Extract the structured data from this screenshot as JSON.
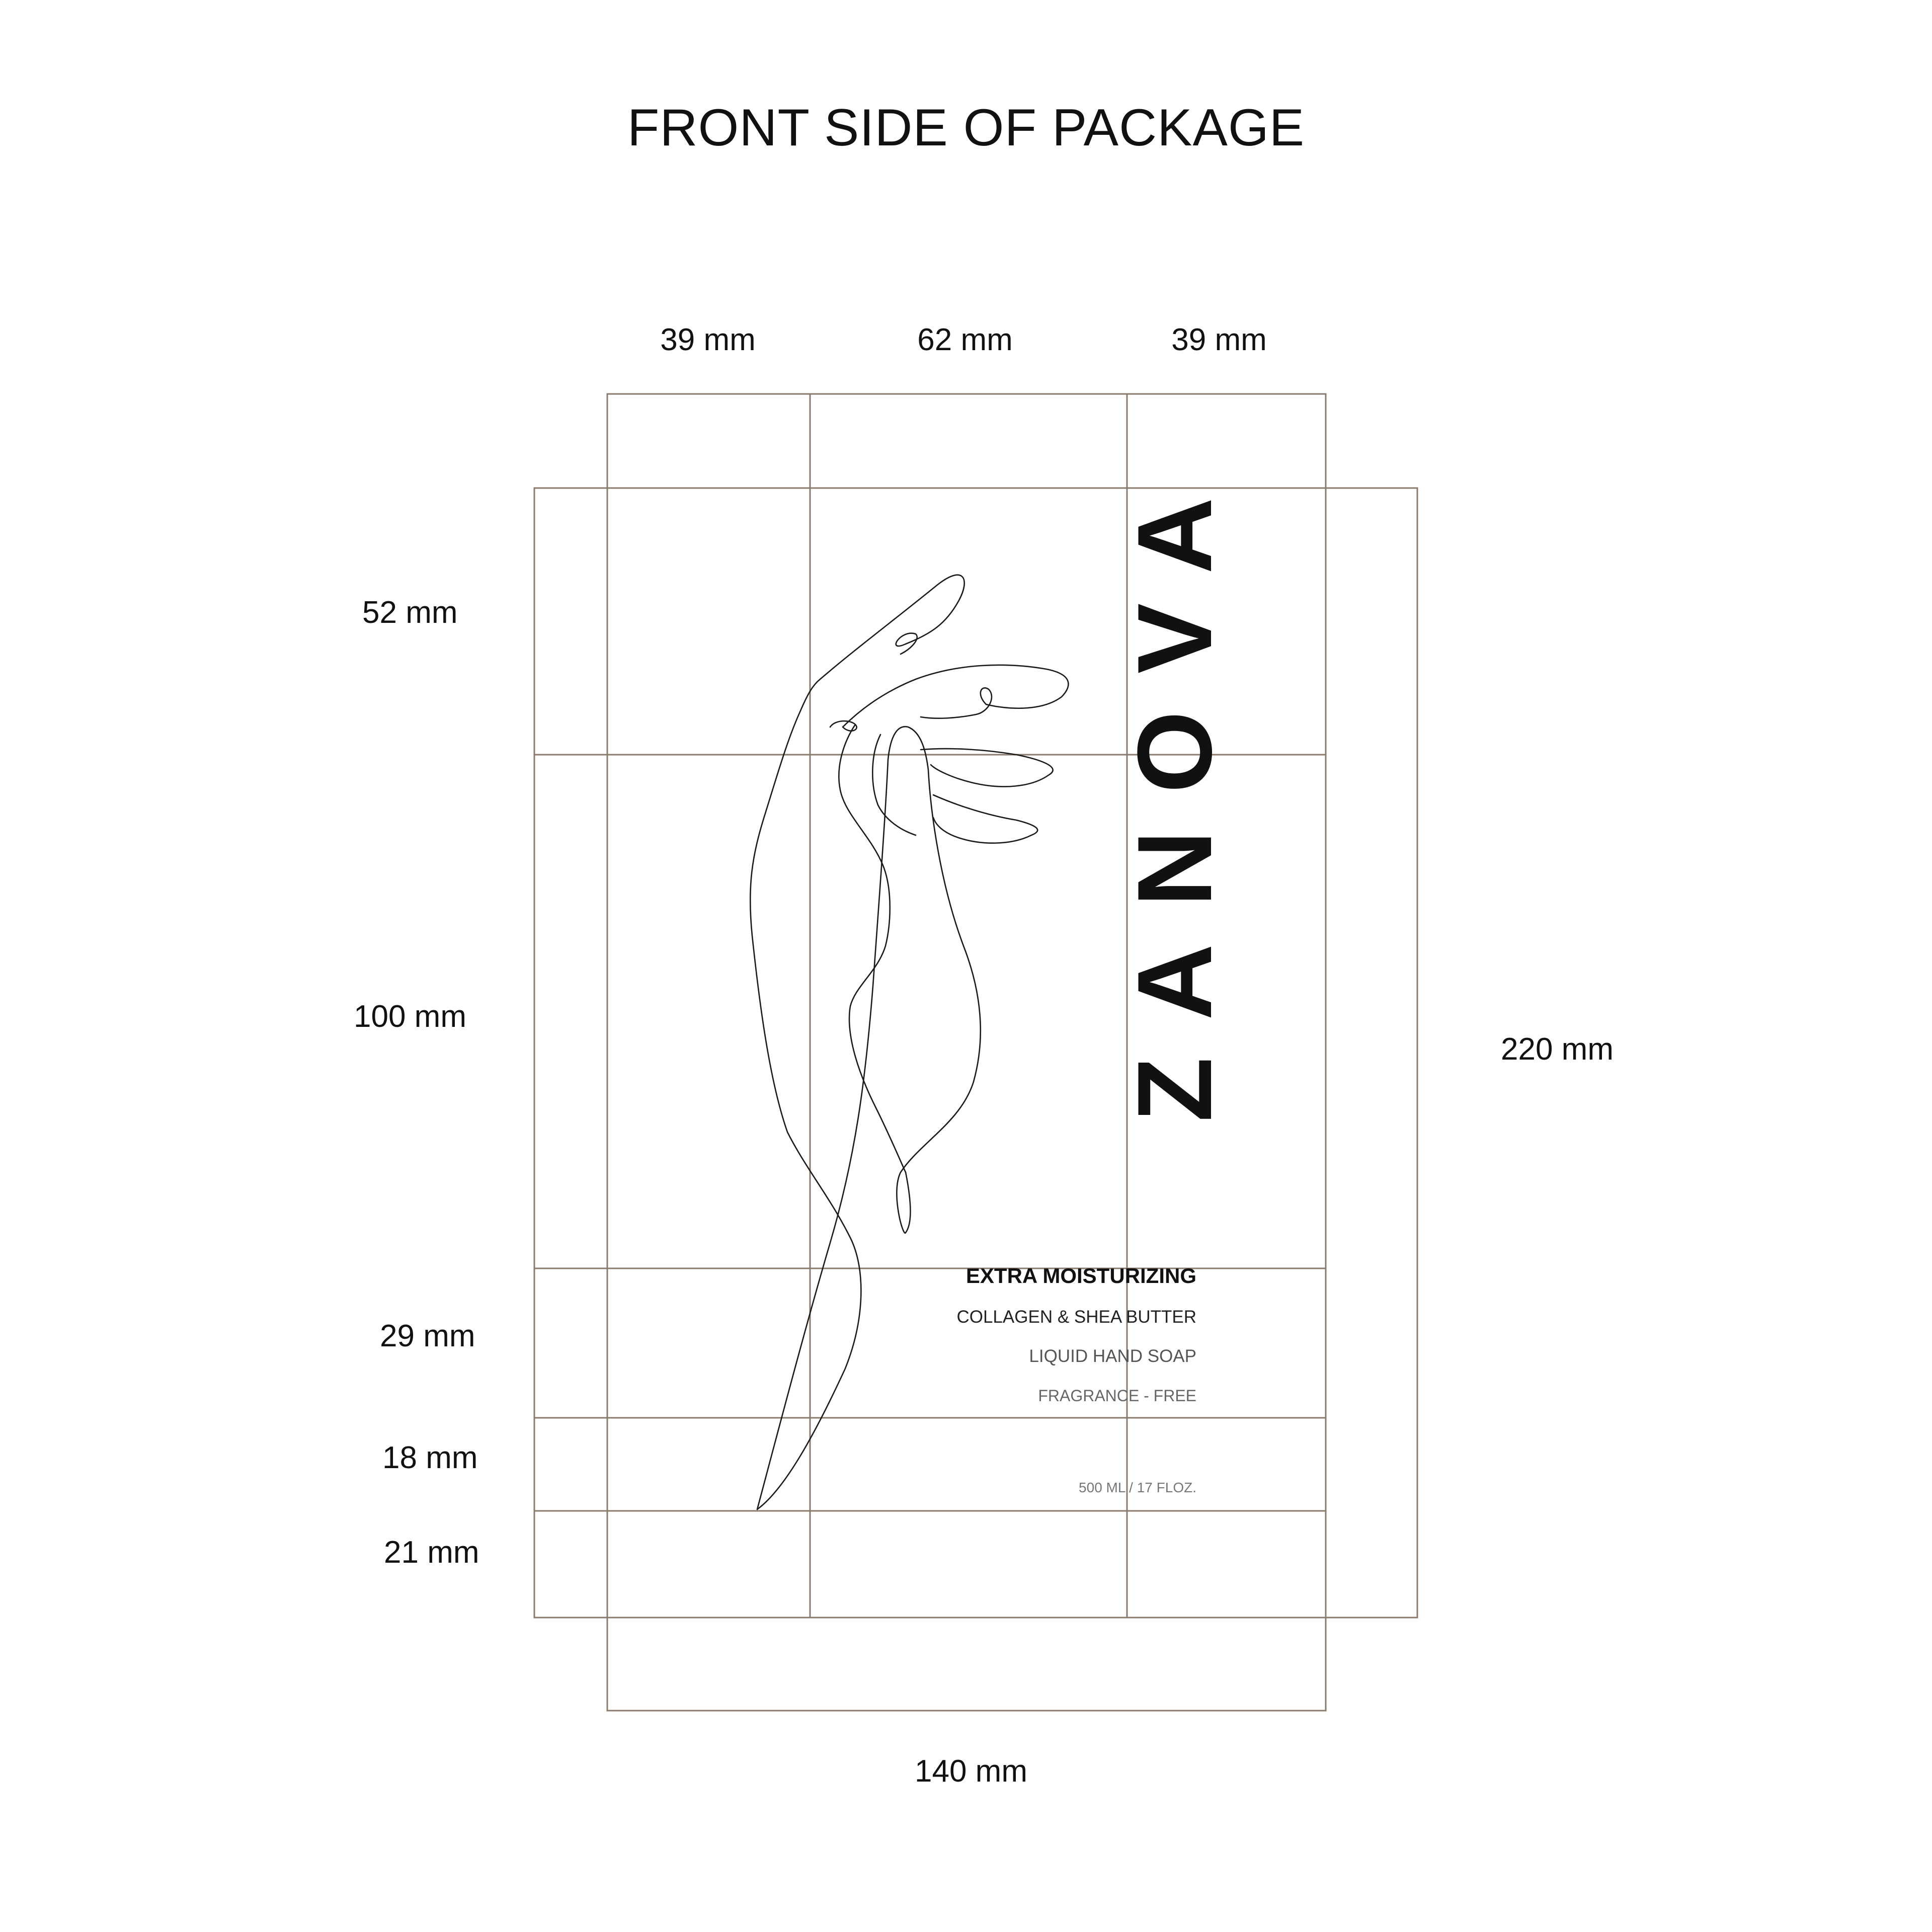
{
  "title": "FRONT SIDE OF PACKAGE",
  "dimensions": {
    "top": [
      "39 mm",
      "62 mm",
      "39 mm"
    ],
    "left": [
      "52 mm",
      "100 mm",
      "29 mm",
      "18 mm",
      "21 mm"
    ],
    "right": "220 mm",
    "bottom": "140 mm"
  },
  "package": {
    "brand": "ZANOVA",
    "lines": [
      "EXTRA MOISTURIZING",
      "COLLAGEN & SHEA BUTTER",
      "LIQUID HAND SOAP",
      "FRAGRANCE - FREE"
    ],
    "volume": "500 ML / 17 FLOZ."
  },
  "colors": {
    "gridline": "#8a7b6c",
    "text": "#111111"
  }
}
